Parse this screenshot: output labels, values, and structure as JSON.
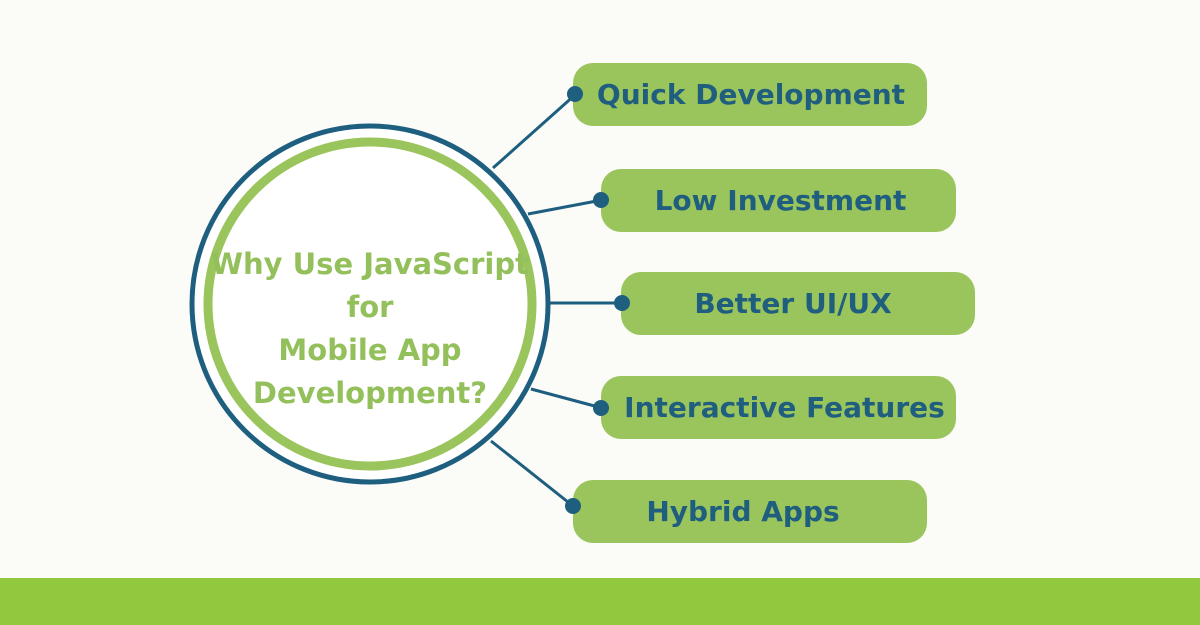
{
  "colors": {
    "background": "#fbfbf8",
    "ring_outer": "#1e5f80",
    "ring_inner": "#9ac45c",
    "pill_fill": "#9ac45c",
    "pill_text": "#1f5e7e",
    "hub_text": "#93c05a",
    "connector": "#1e5f80",
    "footer_band": "#92c83e"
  },
  "hub": {
    "lines": [
      "Why Use JavaScript",
      "for",
      "Mobile App",
      "Development?"
    ]
  },
  "reasons": [
    {
      "label": "Quick Development"
    },
    {
      "label": "Low Investment"
    },
    {
      "label": "Better UI/UX"
    },
    {
      "label": "Interactive Features"
    },
    {
      "label": "Hybrid Apps"
    }
  ]
}
